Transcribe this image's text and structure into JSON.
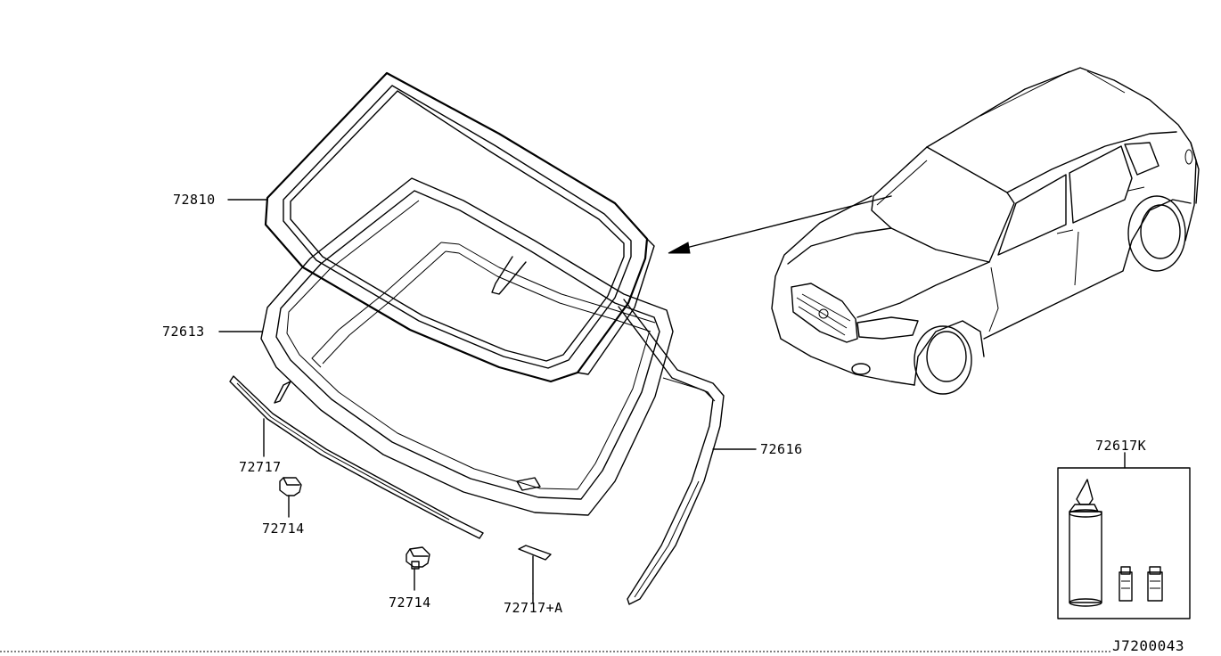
{
  "parts": {
    "frame_molding": "72810",
    "windshield_glass": "72613",
    "side_molding": "72616",
    "lower_molding": "72717",
    "clip_left": "72714",
    "clip_lower": "72714",
    "spacer": "72717+A",
    "adhesive_kit": "72617K"
  },
  "diagram_code": "J7200043",
  "colors": {
    "line": "#000000",
    "background": "#ffffff"
  }
}
